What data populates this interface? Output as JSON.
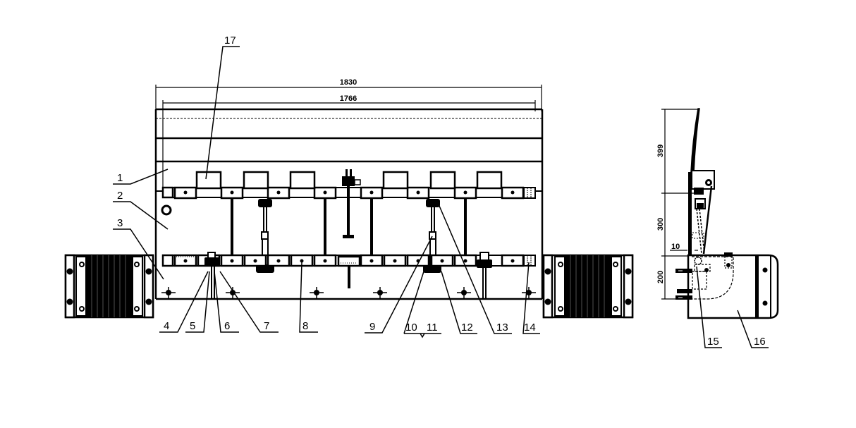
{
  "drawing": {
    "views": [
      "front-view",
      "side-view"
    ],
    "dimensions": {
      "overall_width": "1830",
      "inner_width": "1766",
      "side_upper_height": "399",
      "side_middle_height": "300",
      "side_lower_height": "200",
      "side_offset": "10"
    },
    "callouts": [
      {
        "id": "1",
        "label": "1"
      },
      {
        "id": "2",
        "label": "2"
      },
      {
        "id": "3",
        "label": "3"
      },
      {
        "id": "4",
        "label": "4"
      },
      {
        "id": "5",
        "label": "5"
      },
      {
        "id": "6",
        "label": "6"
      },
      {
        "id": "7",
        "label": "7"
      },
      {
        "id": "8",
        "label": "8"
      },
      {
        "id": "9",
        "label": "9"
      },
      {
        "id": "10",
        "label": "10"
      },
      {
        "id": "11",
        "label": "11"
      },
      {
        "id": "12",
        "label": "12"
      },
      {
        "id": "13",
        "label": "13"
      },
      {
        "id": "14",
        "label": "14"
      },
      {
        "id": "15",
        "label": "15"
      },
      {
        "id": "16",
        "label": "16"
      },
      {
        "id": "17",
        "label": "17"
      }
    ],
    "colors": {
      "line": "#000000",
      "background": "#ffffff"
    }
  }
}
